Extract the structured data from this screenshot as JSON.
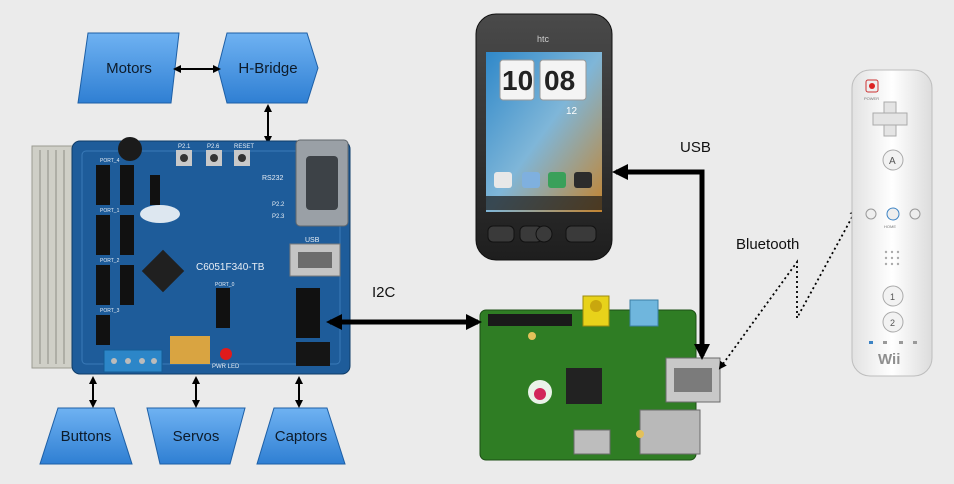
{
  "boxes": {
    "motors": "Motors",
    "hbridge": "H-Bridge",
    "buttons": "Buttons",
    "servos": "Servos",
    "captors": "Captors"
  },
  "connections": {
    "usb": "USB",
    "i2c": "I2C",
    "bluetooth": "Bluetooth"
  },
  "devices": {
    "board": {
      "model": "C6051F340-TB",
      "ports": [
        "PORT_0",
        "PORT_1",
        "PORT_2",
        "PORT_3",
        "PORT_4"
      ],
      "buttons": [
        "P2.1",
        "P2.6",
        "RESET"
      ],
      "serial": "RS232",
      "usb": "USB",
      "led": "PWR LED",
      "pins": [
        "P2.2",
        "P2.3"
      ]
    },
    "phone": {
      "brand": "htc",
      "time_hours": "10",
      "time_minutes": "08",
      "day": "12"
    },
    "wiimote": {
      "power": "POWER",
      "a": "A",
      "home": "HOME",
      "one": "1",
      "two": "2",
      "logo": "Wii"
    }
  },
  "colors": {
    "box_fill": "#3d8ee0",
    "box_stroke": "#1d5fa6",
    "board_blue": "#1e5c9a",
    "pi_green": "#2f7d24",
    "background": "#ebebeb"
  }
}
